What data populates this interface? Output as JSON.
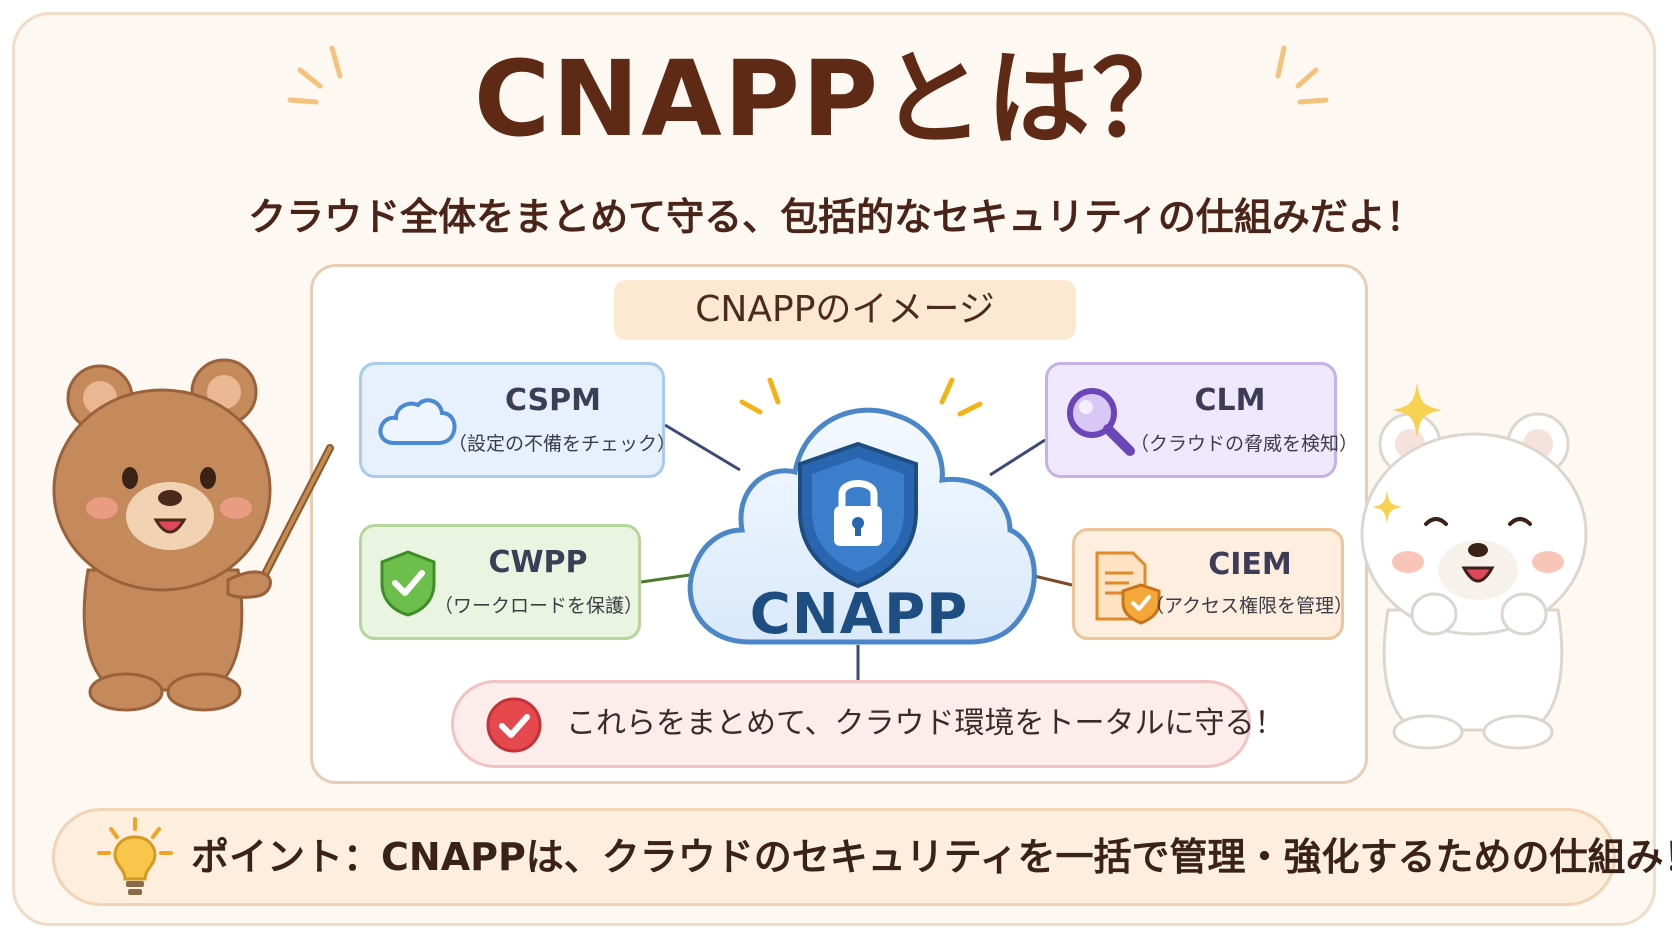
{
  "title": "CNAPPとは？",
  "subtitle": "クラウド全体をまとめて守る、包括的なセキュリティの仕組みだよ！",
  "panel": {
    "heading": "CNAPPのイメージ",
    "center": "CNAPP",
    "components": [
      {
        "name": "CSPM",
        "desc": "（設定の不備をチェック）",
        "icon": "cloud-icon",
        "color": "#4a8ad4"
      },
      {
        "name": "CWPP",
        "desc": "（ワークロードを保護）",
        "icon": "shield-check-icon",
        "color": "#4d9a3a"
      },
      {
        "name": "CLM",
        "desc": "（クラウドの脅威を検知）",
        "icon": "magnifier-icon",
        "color": "#8a5ad0"
      },
      {
        "name": "CIEM",
        "desc": "（アクセス権限を管理）",
        "icon": "document-shield-icon",
        "color": "#e9922e"
      }
    ],
    "summary": "これらをまとめて、クラウド環境をトータルに守る！"
  },
  "point": "ポイント：CNAPPは、クラウドのセキュリティを一括で管理・強化するための仕組み！",
  "colors": {
    "title": "#5e2a16",
    "card_bg": "#fdf8f2",
    "cnapp_blue": "#1e4d82"
  }
}
